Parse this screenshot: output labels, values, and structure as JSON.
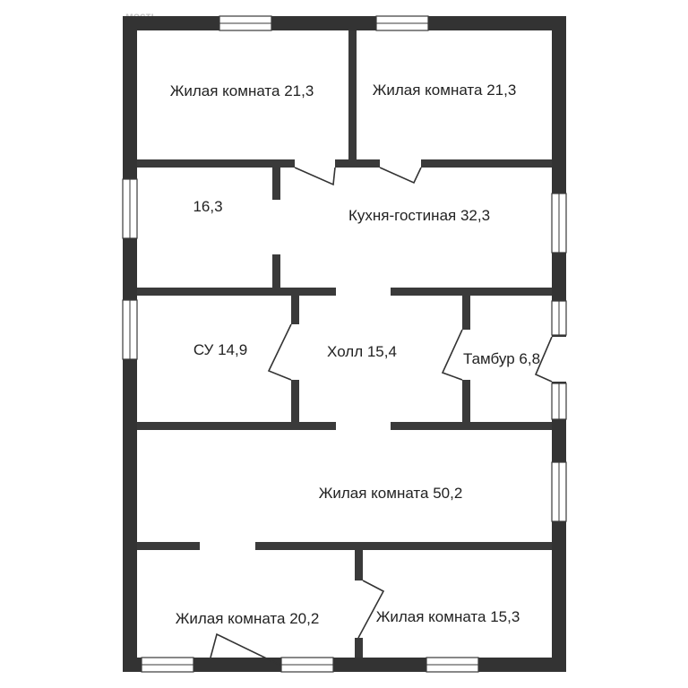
{
  "watermark": "мость",
  "rooms": {
    "living_top_left": "Жилая комната 21,3",
    "living_top_right": "Жилая комната 21,3",
    "room_16": "16,3",
    "kitchen": "Кухня-гостиная 32,3",
    "bathroom": "СУ 14,9",
    "hall": "Холл 15,4",
    "vestibule": "Тамбур 6,8",
    "living_large": "Жилая комната 50,2",
    "living_bottom_left": "Жилая комната 20,2",
    "living_bottom_right": "Жилая комната 15,3"
  },
  "colors": {
    "wall": "#3a3a3a",
    "background": "#ffffff"
  }
}
